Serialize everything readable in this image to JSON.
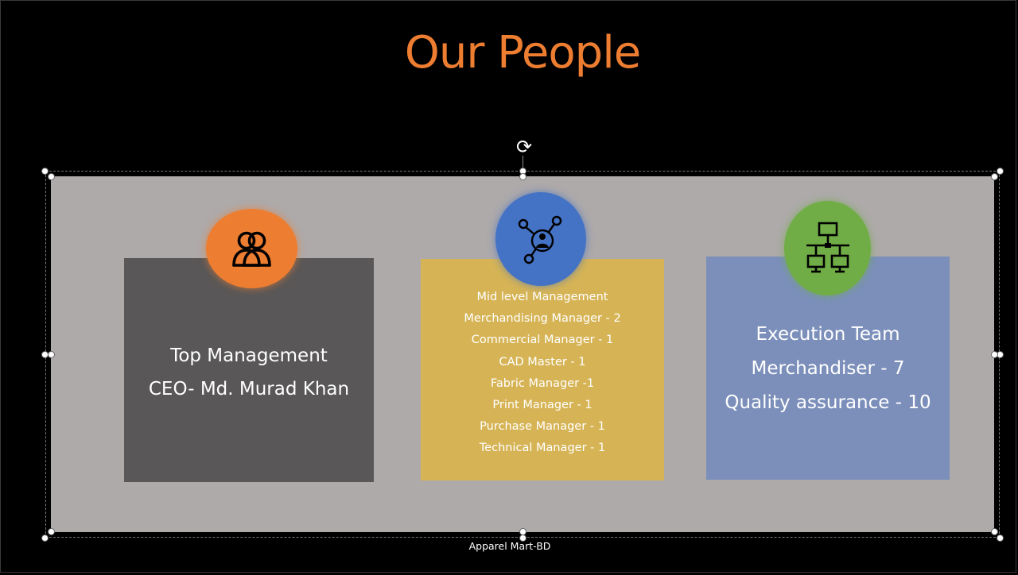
{
  "slide": {
    "title": "Our People",
    "footer": "Apparel Mart-BD"
  },
  "cards": {
    "top": {
      "icon": "users-icon",
      "color": "#595757",
      "badge_color": "#ed7d31",
      "lines": [
        "Top Management",
        "CEO- Md. Murad Khan"
      ]
    },
    "mid": {
      "icon": "social-network-icon",
      "color": "#d6b456",
      "badge_color": "#4472c4",
      "lines": [
        "Mid level Management",
        "Merchandising Manager - 2",
        "Commercial Manager - 1",
        "CAD Master - 1",
        "Fabric Manager -1",
        "Print Manager - 1",
        "Purchase Manager - 1",
        "Technical Manager - 1"
      ]
    },
    "exec": {
      "icon": "network-computers-icon",
      "color": "#7b8fba",
      "badge_color": "#70ad47",
      "lines": [
        "Execution Team",
        "Merchandiser - 7",
        "Quality assurance - 10"
      ]
    }
  },
  "colors": {
    "title": "#ed7d31",
    "background": "#000000",
    "panel": "#aeaaaa"
  }
}
